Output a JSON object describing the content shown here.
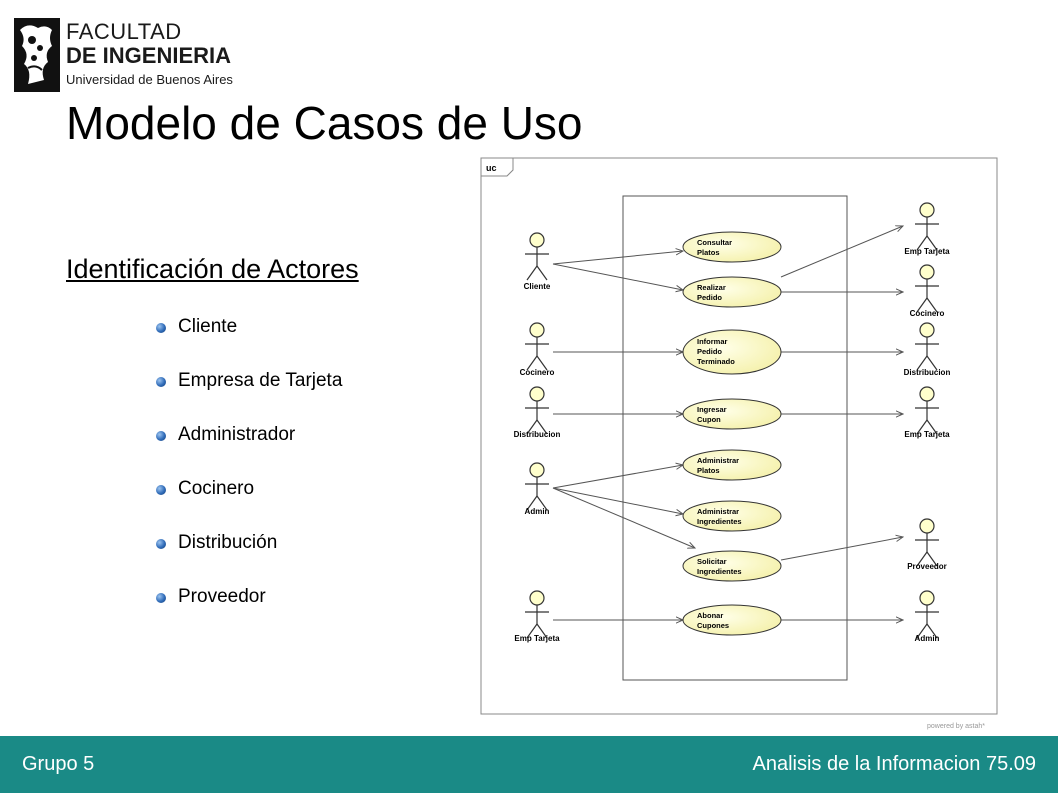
{
  "logo": {
    "line1": "FACULTAD",
    "line2": "DE INGENIERIA",
    "line3": "Universidad de Buenos Aires"
  },
  "title": "Modelo de Casos de Uso",
  "section": {
    "heading": "Identificación de Actores",
    "items": [
      "Cliente",
      "Empresa de Tarjeta",
      "Administrador",
      "Cocinero",
      "Distribución",
      "Proveedor"
    ]
  },
  "diagram": {
    "frame_label": "uc",
    "watermark": "powered by astah*",
    "left_actors": [
      "Cliente",
      "Cocinero",
      "Distribucion",
      "Admin",
      "Emp Tarjeta"
    ],
    "right_actors": [
      "Emp Tarjeta",
      "Cocinero",
      "Distribucion",
      "Emp Tarjeta",
      "Proveedor",
      "Admin"
    ],
    "use_cases": [
      [
        "Consultar",
        "Platos"
      ],
      [
        "Realizar",
        "Pedido"
      ],
      [
        "Informar",
        "Pedido",
        "Terminado"
      ],
      [
        "Ingresar",
        "Cupon"
      ],
      [
        "Administrar",
        "Platos"
      ],
      [
        "Administrar",
        "Ingredientes"
      ],
      [
        "Solicitar",
        "Ingredientes"
      ],
      [
        "Abonar",
        "Cupones"
      ]
    ]
  },
  "footer": {
    "left": "Grupo 5",
    "right": "Analisis de la Informacion 75.09"
  },
  "colors": {
    "footer_bg": "#1a8a86",
    "use_case_fill": "#ffffcc",
    "bullet": "#2f6bb8"
  }
}
